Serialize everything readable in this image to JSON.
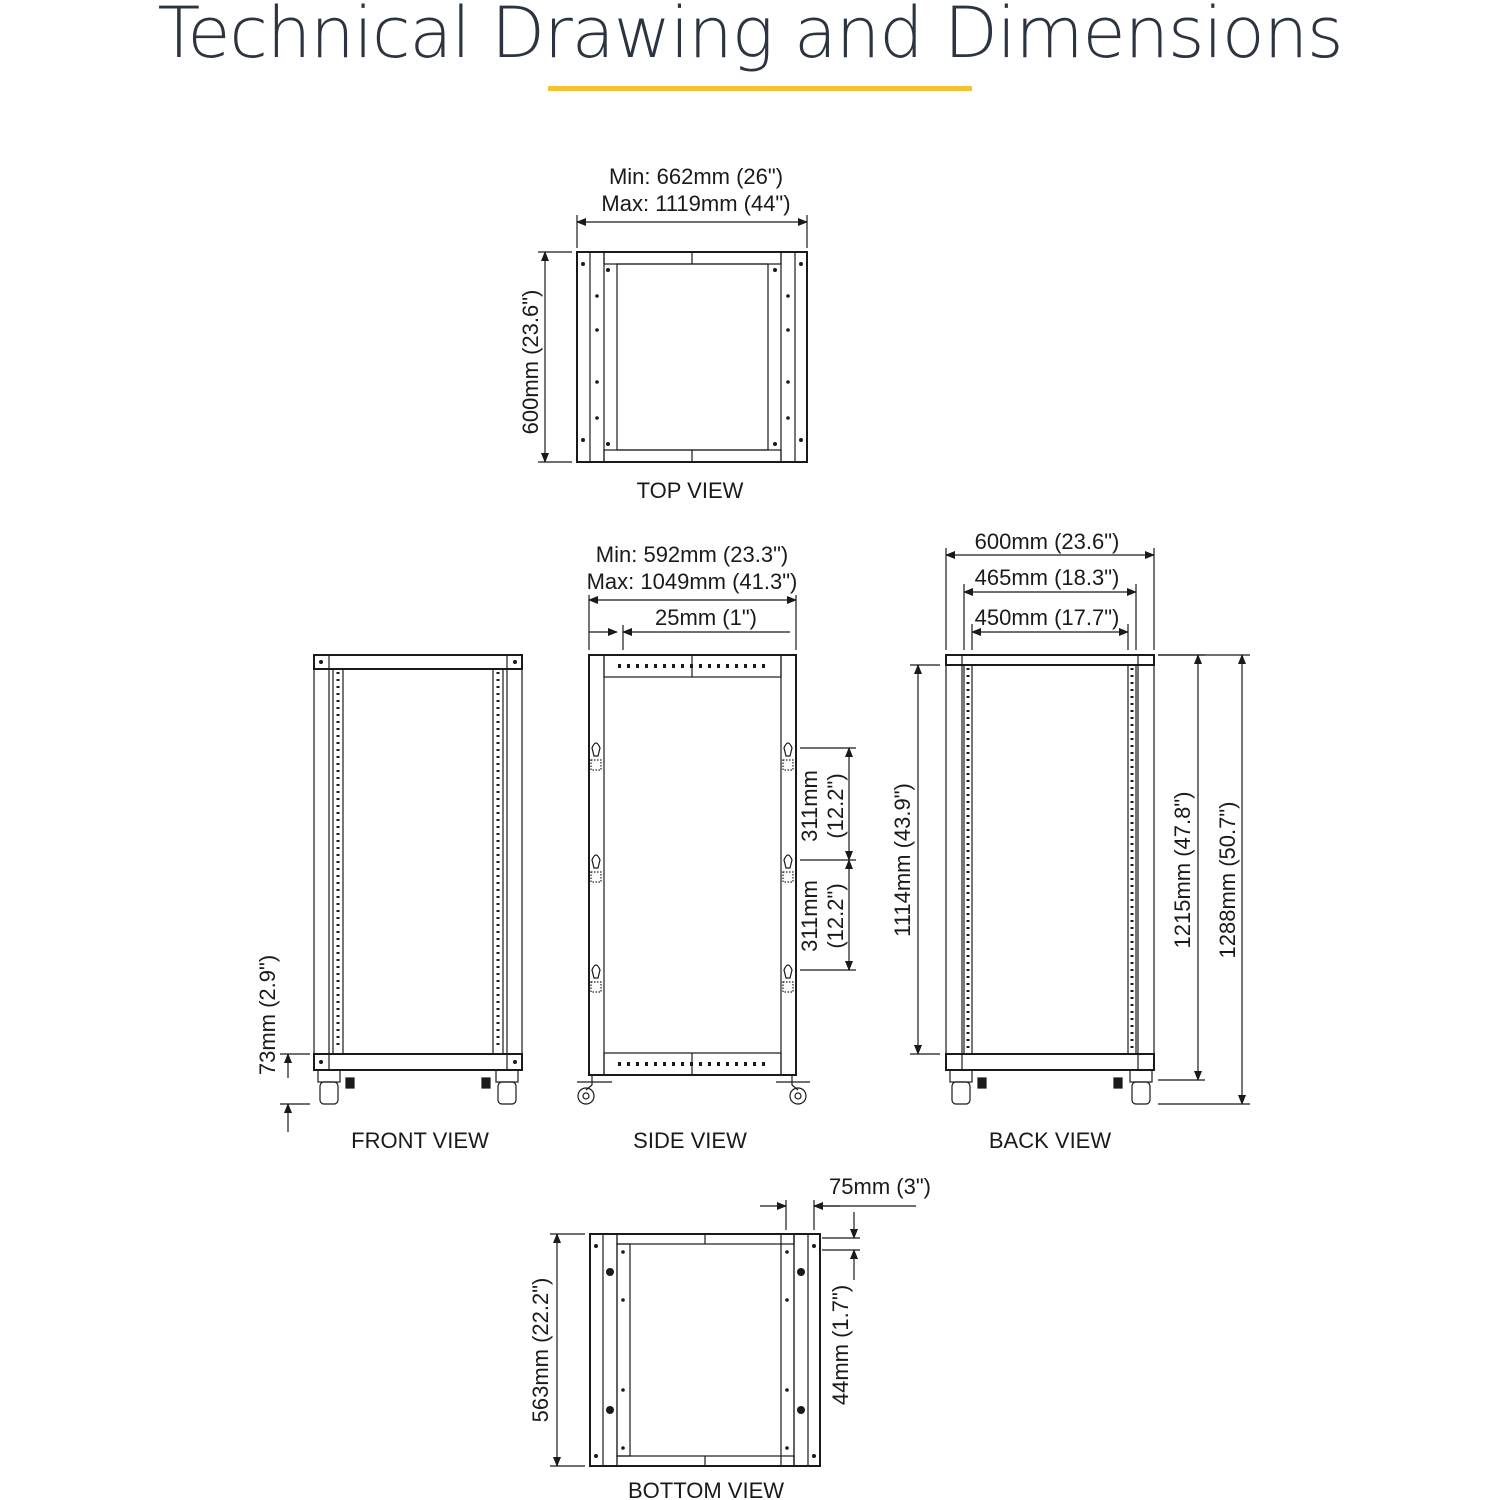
{
  "title": "Technical Drawing and Dimensions",
  "accent_color": "#f2c230",
  "line_color": "#1a1a1a",
  "views": {
    "top": {
      "caption": "TOP VIEW",
      "width_min": "Min: 662mm (26\")",
      "width_max": "Max: 1119mm (44\")",
      "depth": "600mm (23.6\")"
    },
    "front": {
      "caption": "FRONT VIEW",
      "foot_height": "73mm (2.9\")"
    },
    "side": {
      "caption": "SIDE VIEW",
      "width_min": "Min: 592mm (23.3\")",
      "width_max": "Max: 1049mm (41.3\")",
      "rail_offset": "25mm (1\")",
      "hole_spacing_1_mm": "311mm",
      "hole_spacing_1_in": "(12.2\")",
      "hole_spacing_2_mm": "311mm",
      "hole_spacing_2_in": "(12.2\")"
    },
    "back": {
      "caption": "BACK VIEW",
      "outer_width": "600mm (23.6\")",
      "rail_width": "465mm (18.3\")",
      "inner_width": "450mm (17.7\")",
      "rail_height": "1114mm (43.9\")",
      "frame_height": "1215mm (47.8\")",
      "total_height": "1288mm (50.7\")"
    },
    "bottom": {
      "caption": "BOTTOM VIEW",
      "post_width": "75mm (3\")",
      "depth": "563mm (22.2\")",
      "offset": "44mm (1.7\")"
    }
  }
}
